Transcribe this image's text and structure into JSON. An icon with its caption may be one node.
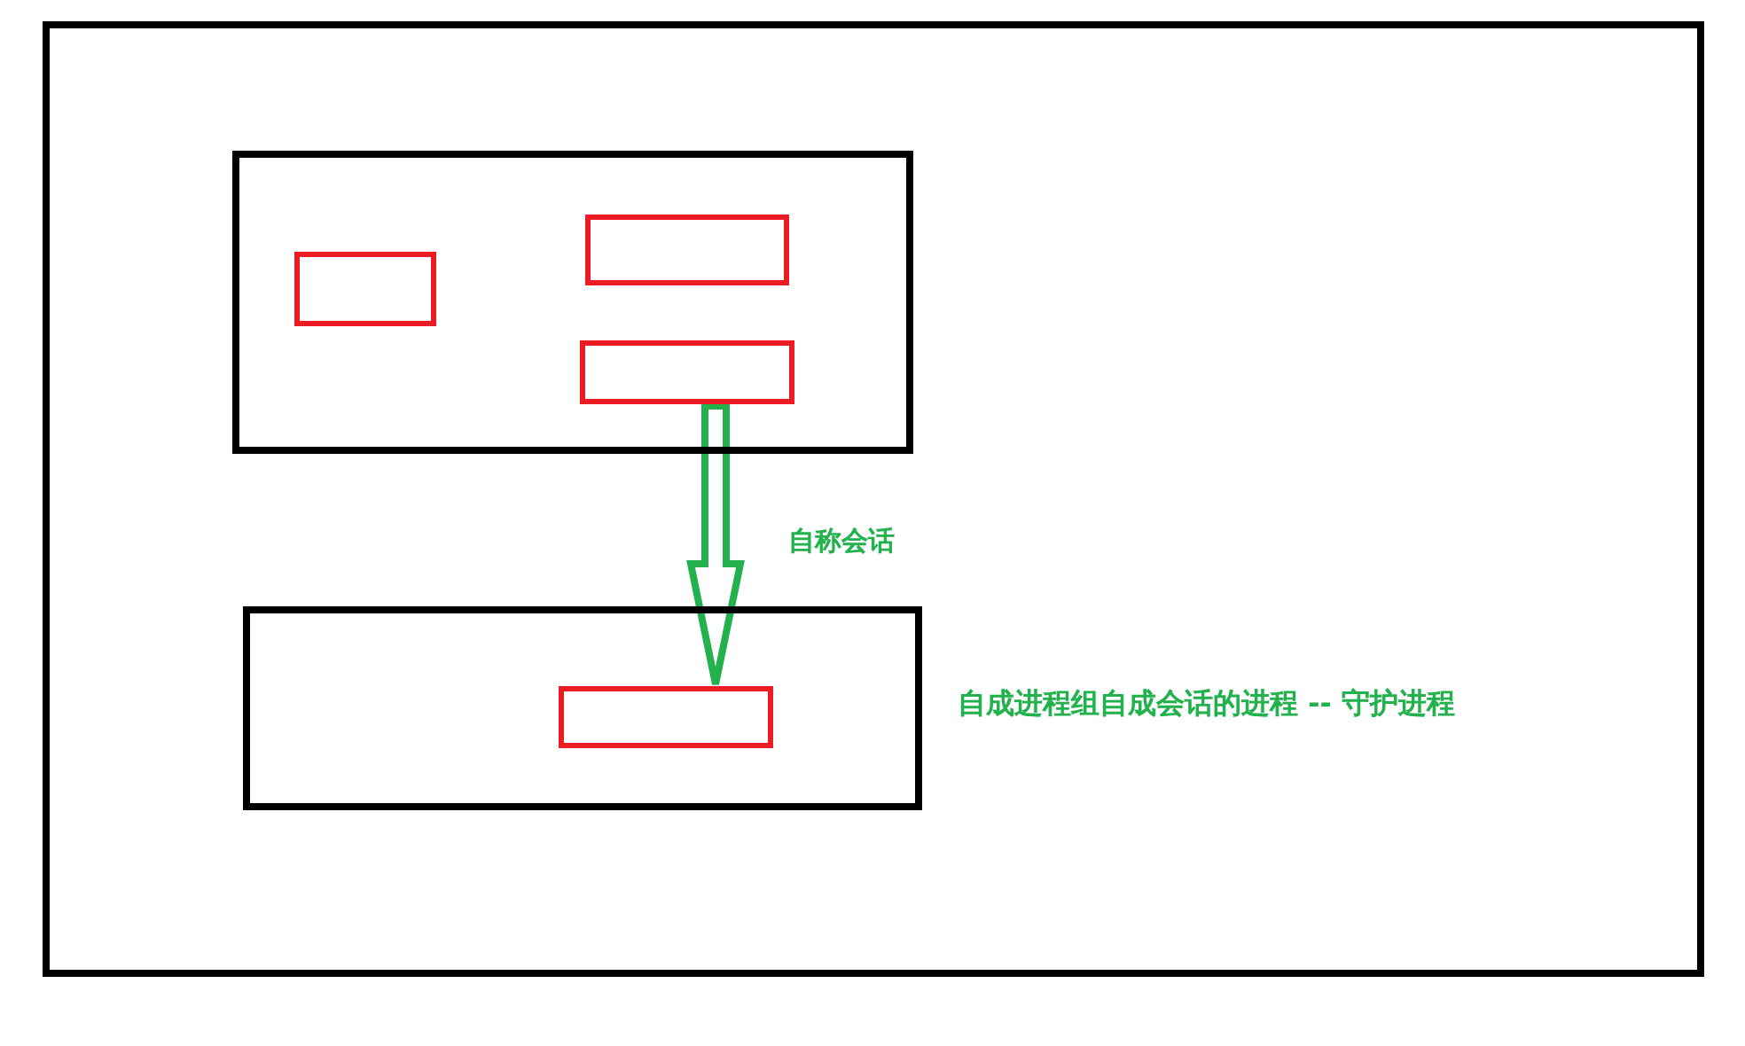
{
  "diagram": {
    "nodes": [
      {
        "text": [],
        "shape": "box"
      },
      {
        "text": [],
        "shape": "box",
        "in": 0
      },
      {
        "text": [],
        "shape": "box",
        "in": 1
      },
      {
        "text": [],
        "shape": "box",
        "in": 1
      },
      {
        "text": [],
        "shape": "box",
        "in": 1
      },
      {
        "text": [],
        "shape": "box",
        "in": 0,
        "beside": [
          "自成进程组自成会话的进程 -- 守护进程"
        ]
      },
      {
        "text": [],
        "shape": "box",
        "in": 5
      }
    ],
    "edges": [
      {
        "from": 4,
        "to": 6,
        "arrow": "to",
        "label": "自称会话",
        "color": "#22b14c"
      }
    ]
  }
}
